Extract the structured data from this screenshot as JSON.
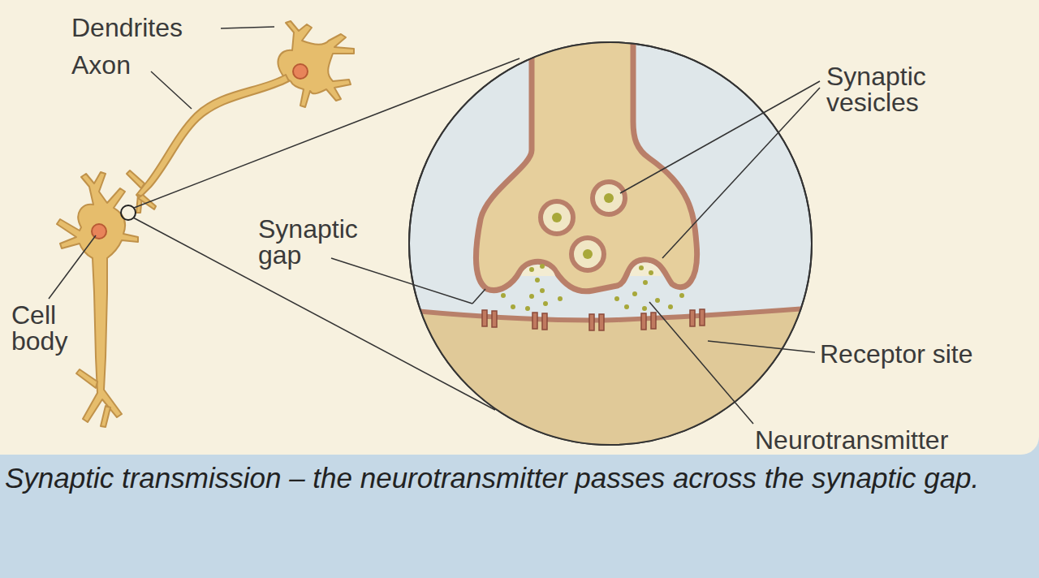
{
  "diagram": {
    "caption": "Synaptic transmission – the neurotransmitter passes across the synaptic gap.",
    "labels": [
      "Dendrites",
      "Axon",
      "Cell body",
      "Synaptic gap",
      "Synaptic vesicles",
      "Receptor site",
      "Neurotransmitter"
    ]
  }
}
